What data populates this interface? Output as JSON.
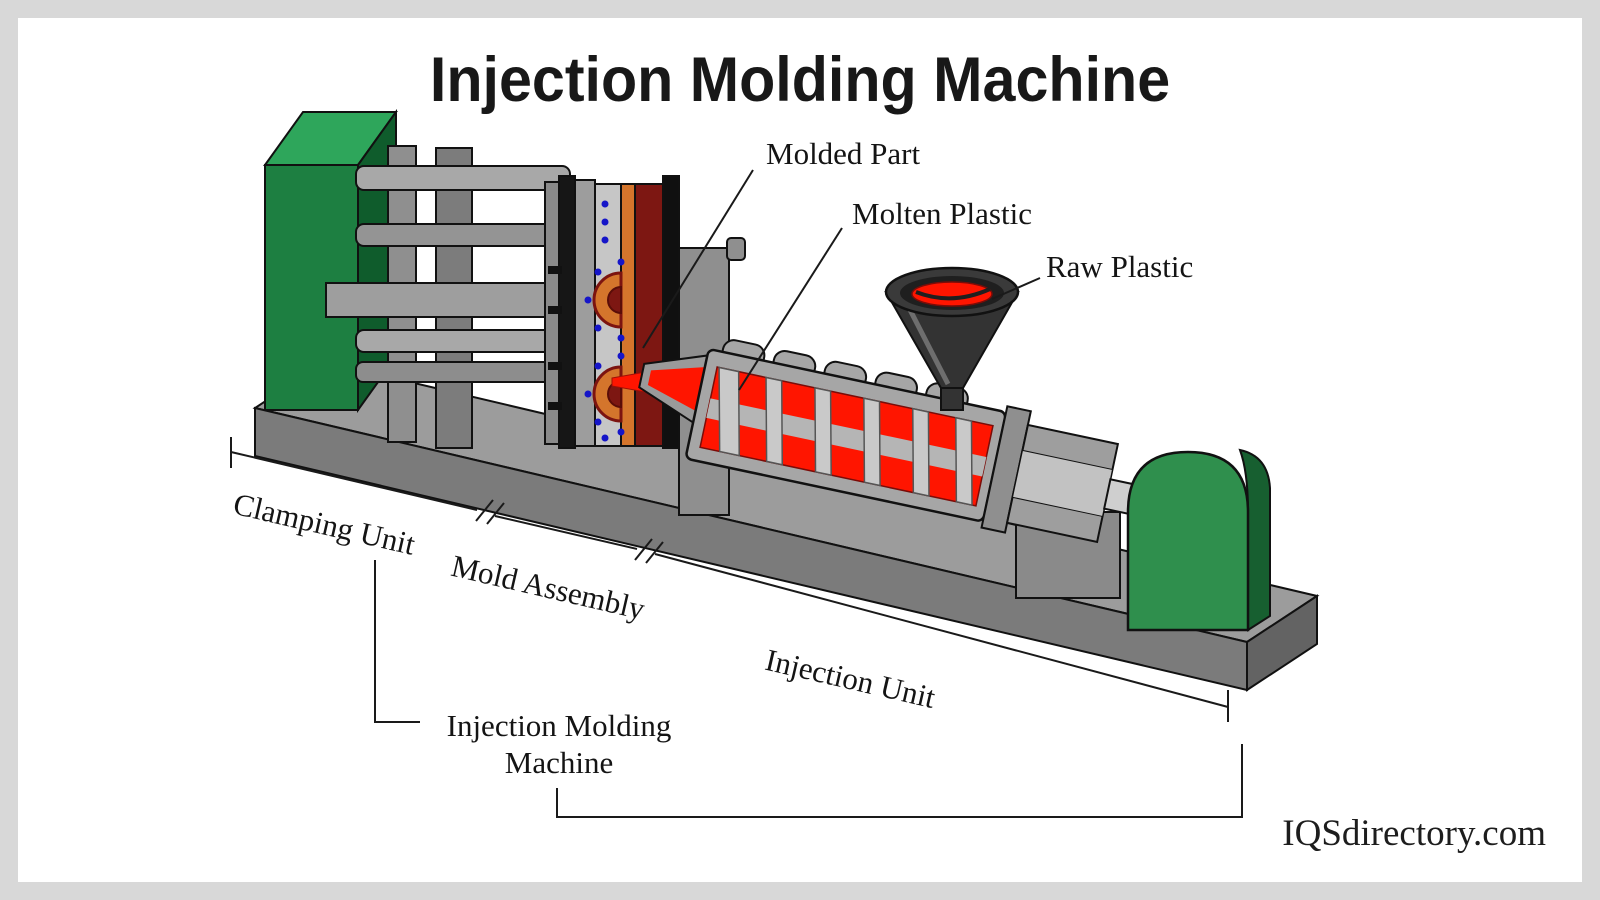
{
  "title": "Injection Molding Machine",
  "watermark": "IQSdirectory.com",
  "callouts": {
    "molded_part": "Molded Part",
    "molten_plastic": "Molten Plastic",
    "raw_plastic": "Raw Plastic"
  },
  "sections": {
    "clamping_unit": "Clamping Unit",
    "mold_assembly": "Mold Assembly",
    "injection_unit": "Injection Unit",
    "machine_bracket": "Injection Molding Machine"
  },
  "colors": {
    "frame": "#d8d8d8",
    "canvas": "#ffffff",
    "clamp_green": "#1d7f41",
    "motor_green": "#2f8f4d",
    "molten_red": "#ff1500",
    "mold_maroon": "#7d1712",
    "mold_orange": "#d4752c",
    "hopper_dark": "#333333",
    "cooling_blue": "#1515c8"
  }
}
